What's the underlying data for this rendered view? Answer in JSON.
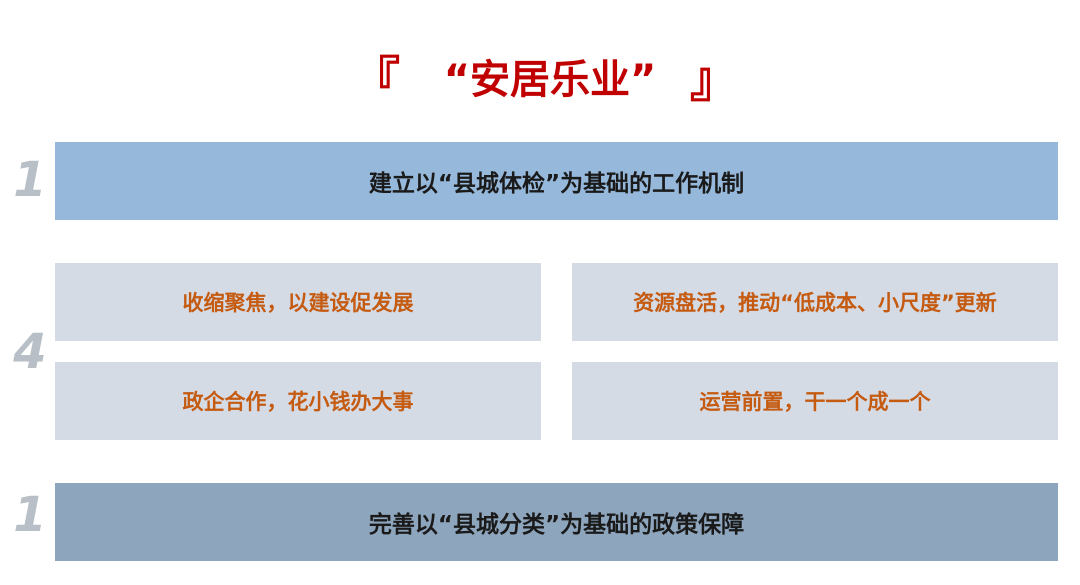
{
  "title": {
    "open_bracket": "『",
    "text": "“安居乐业”",
    "close_bracket": "』"
  },
  "sections": [
    {
      "number": "1",
      "label": "建立以“县城体检”为基础的工作机制"
    },
    {
      "number": "4",
      "items": [
        "收缩聚焦，以建设促发展",
        "资源盘活，推动“低成本、小尺度”更新",
        "政企合作，花小钱办大事",
        "运营前置，干一个成一个"
      ]
    },
    {
      "number": "1",
      "label": "完善以“县城分类”为基础的政策保障"
    }
  ],
  "colors": {
    "title": "#c00000",
    "number": "#b9bfc6",
    "band_top": "#95b8db",
    "band_bottom": "#8da5bd",
    "cell_bg": "#d5dbe4",
    "cell_text": "#c55a11"
  }
}
